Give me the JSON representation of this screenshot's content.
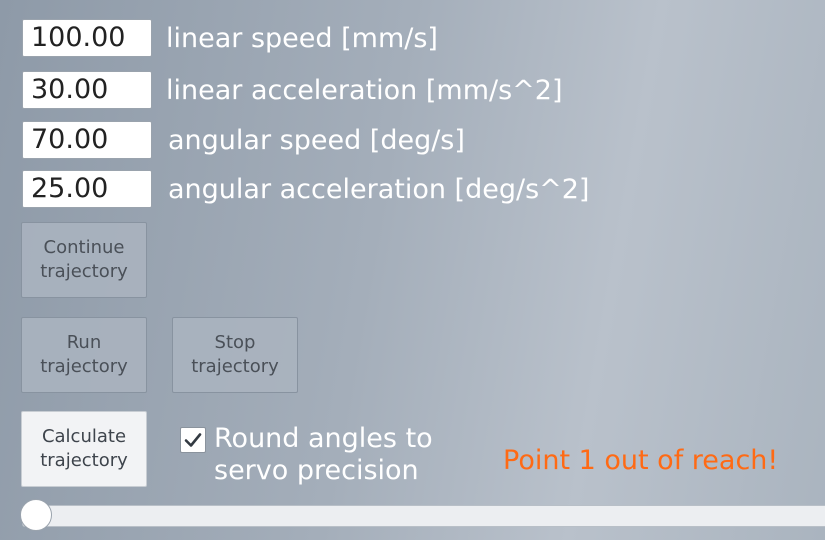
{
  "parameters": [
    {
      "value": "100.00",
      "label": "linear speed [mm/s]"
    },
    {
      "value": "30.00",
      "label": "linear acceleration [mm/s^2]"
    },
    {
      "value": "70.00",
      "label": "angular speed [deg/s]"
    },
    {
      "value": "25.00",
      "label": "angular acceleration [deg/s^2]"
    }
  ],
  "buttons": {
    "continue": "Continue\ntrajectory",
    "run": "Run\ntrajectory",
    "stop": "Stop\ntrajectory",
    "calculate": "Calculate\ntrajectory"
  },
  "checkbox": {
    "checked": true,
    "label": "Round angles to\nservo precision"
  },
  "status": {
    "text": "Point 1 out of reach!",
    "color": "#ff6a14"
  },
  "slider": {
    "value": 0
  },
  "icons": {
    "checkmark": "checkmark-icon"
  }
}
